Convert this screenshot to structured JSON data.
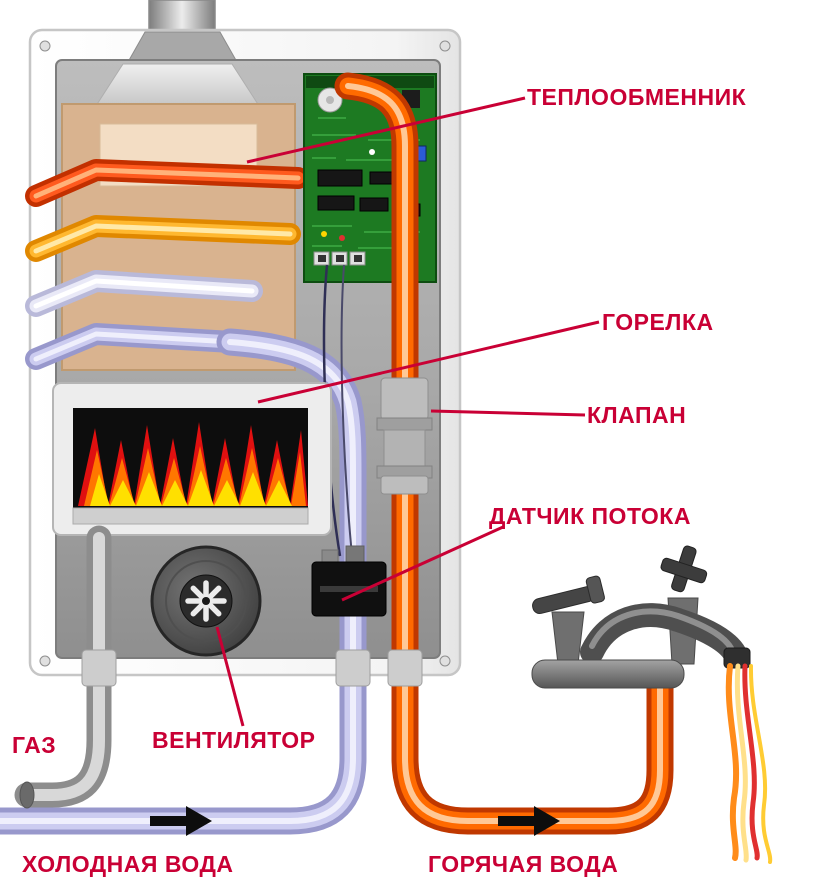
{
  "diagram": {
    "labels": {
      "heat_exchanger": "ТЕПЛООБМЕННИК",
      "burner": "ГОРЕЛКА",
      "valve": "КЛАПАН",
      "flow_sensor": "ДАТЧИК ПОТОКА",
      "fan": "ВЕНТИЛЯТОР",
      "gas": "ГАЗ",
      "cold_water": "ХОЛОДНАЯ ВОДА",
      "hot_water": "ГОРЯЧАЯ ВОДА"
    },
    "colors": {
      "label_text": "#c90035",
      "pointer_line": "#c90035",
      "hot_pipe": "#ff6a00",
      "cold_pipe": "#ccccf0",
      "gas_pipe": "#b5b5b5",
      "flame_red": "#e01010",
      "flame_orange": "#ff7700",
      "flame_yellow": "#ffe000",
      "pcb_green": "#1d7a22",
      "heat_exchanger_body": "#d9b38f"
    },
    "icons": {
      "fan_impeller": "fan-impeller-icon",
      "flow_direction": "right-arrow-icon"
    }
  }
}
